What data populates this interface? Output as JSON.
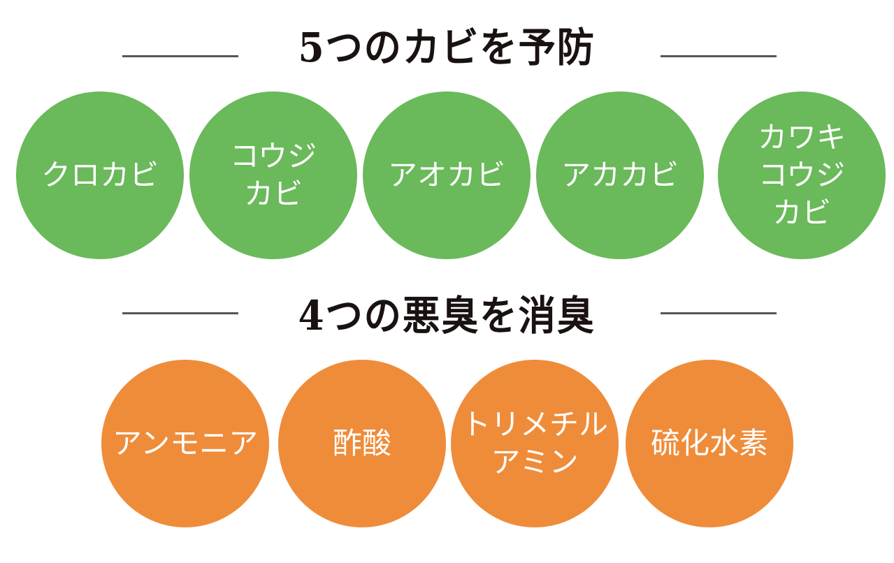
{
  "colors": {
    "mold_circle": "#6ab95a",
    "odor_circle": "#ef8c3a",
    "heading_text": "#1a1111",
    "rule": "#555555"
  },
  "mold_section": {
    "title": "5つのカビを予防",
    "items": [
      {
        "lines": [
          "クロカビ"
        ]
      },
      {
        "lines": [
          "コウジ",
          "カビ"
        ]
      },
      {
        "lines": [
          "アオカビ"
        ]
      },
      {
        "lines": [
          "アカカビ"
        ]
      },
      {
        "lines": [
          "カワキ",
          "コウジ",
          "カビ"
        ]
      }
    ]
  },
  "odor_section": {
    "title": "4つの悪臭を消臭",
    "items": [
      {
        "lines": [
          "アンモニア"
        ]
      },
      {
        "lines": [
          "酢酸"
        ]
      },
      {
        "lines": [
          "トリメチル",
          "アミン"
        ]
      },
      {
        "lines": [
          "硫化水素"
        ]
      }
    ]
  }
}
